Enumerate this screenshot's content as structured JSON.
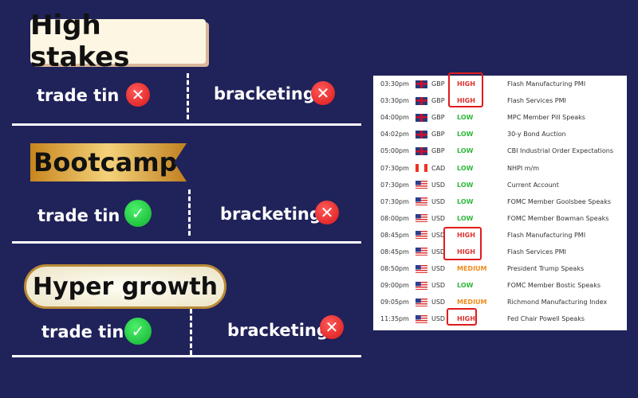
{
  "sections": [
    {
      "title": "High stakes",
      "left": {
        "label": "trade tin",
        "status": "x-icon"
      },
      "right": {
        "label": "bracketing",
        "status": "x-icon"
      }
    },
    {
      "title": "Bootcamp",
      "left": {
        "label": "trade tin",
        "status": "check-icon"
      },
      "right": {
        "label": "bracketing",
        "status": "x-icon"
      }
    },
    {
      "title": "Hyper growth",
      "left": {
        "label": "trade tin",
        "status": "check-icon"
      },
      "right": {
        "label": "bracketing",
        "status": "x-icon"
      }
    }
  ],
  "colors": {
    "HIGH": "#e03030",
    "LOW": "#2fb83a",
    "MEDIUM": "#f08a1c"
  },
  "calendar": [
    {
      "time": "03:30pm",
      "currency": "GBP",
      "impact": "HIGH",
      "event": "Flash Manufacturing PMI"
    },
    {
      "time": "03:30pm",
      "currency": "GBP",
      "impact": "HIGH",
      "event": "Flash Services PMI"
    },
    {
      "time": "04:00pm",
      "currency": "GBP",
      "impact": "LOW",
      "event": "MPC Member Pill Speaks"
    },
    {
      "time": "04:02pm",
      "currency": "GBP",
      "impact": "LOW",
      "event": "30-y Bond Auction"
    },
    {
      "time": "05:00pm",
      "currency": "GBP",
      "impact": "LOW",
      "event": "CBI Industrial Order Expectations"
    },
    {
      "time": "07:30pm",
      "currency": "CAD",
      "impact": "LOW",
      "event": "NHPI m/m"
    },
    {
      "time": "07:30pm",
      "currency": "USD",
      "impact": "LOW",
      "event": "Current Account"
    },
    {
      "time": "07:30pm",
      "currency": "USD",
      "impact": "LOW",
      "event": "FOMC Member Goolsbee Speaks"
    },
    {
      "time": "08:00pm",
      "currency": "USD",
      "impact": "LOW",
      "event": "FOMC Member Bowman Speaks"
    },
    {
      "time": "08:45pm",
      "currency": "USD",
      "impact": "HIGH",
      "event": "Flash Manufacturing PMI"
    },
    {
      "time": "08:45pm",
      "currency": "USD",
      "impact": "HIGH",
      "event": "Flash Services PMI"
    },
    {
      "time": "08:50pm",
      "currency": "USD",
      "impact": "MEDIUM",
      "event": "President Trump Speaks"
    },
    {
      "time": "09:00pm",
      "currency": "USD",
      "impact": "LOW",
      "event": "FOMC Member Bostic Speaks"
    },
    {
      "time": "09:05pm",
      "currency": "USD",
      "impact": "MEDIUM",
      "event": "Richmond Manufacturing Index"
    },
    {
      "time": "11:35pm",
      "currency": "USD",
      "impact": "HIGH",
      "event": "Fed Chair Powell Speaks"
    }
  ]
}
